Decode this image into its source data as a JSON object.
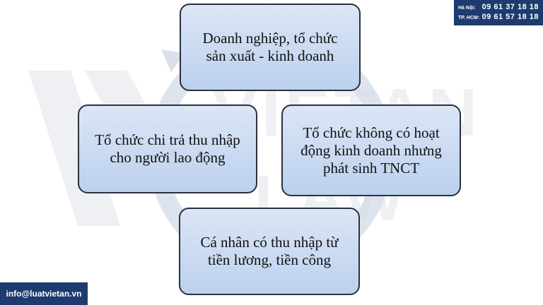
{
  "diagram": {
    "nodes": [
      {
        "id": "top",
        "text": "Doanh nghiệp, tổ chức sản xuất - kinh doanh"
      },
      {
        "id": "right",
        "text": "Tổ chức không có hoạt động kinh doanh nhưng phát sinh TNCT"
      },
      {
        "id": "bottom",
        "text": "Cá nhân có thu nhập từ tiền lương, tiền công"
      },
      {
        "id": "left",
        "text": "Tổ chức chi trả thu nhập cho người lao động"
      }
    ],
    "layout": "cycle"
  },
  "watermark": {
    "text_upper": "VIETAN",
    "text_lower": "LAW"
  },
  "contact": {
    "hanoi_label": "Hà Nội:",
    "hanoi_phone": "09 61 37 18 18",
    "hcm_label": "TP. HCM:",
    "hcm_phone": "09 61 57 18 18",
    "email": "info@luatvietan.vn"
  },
  "colors": {
    "box_fill": "#c7d8f1",
    "box_border": "#2a3140",
    "brand": "#1d3b6e"
  }
}
